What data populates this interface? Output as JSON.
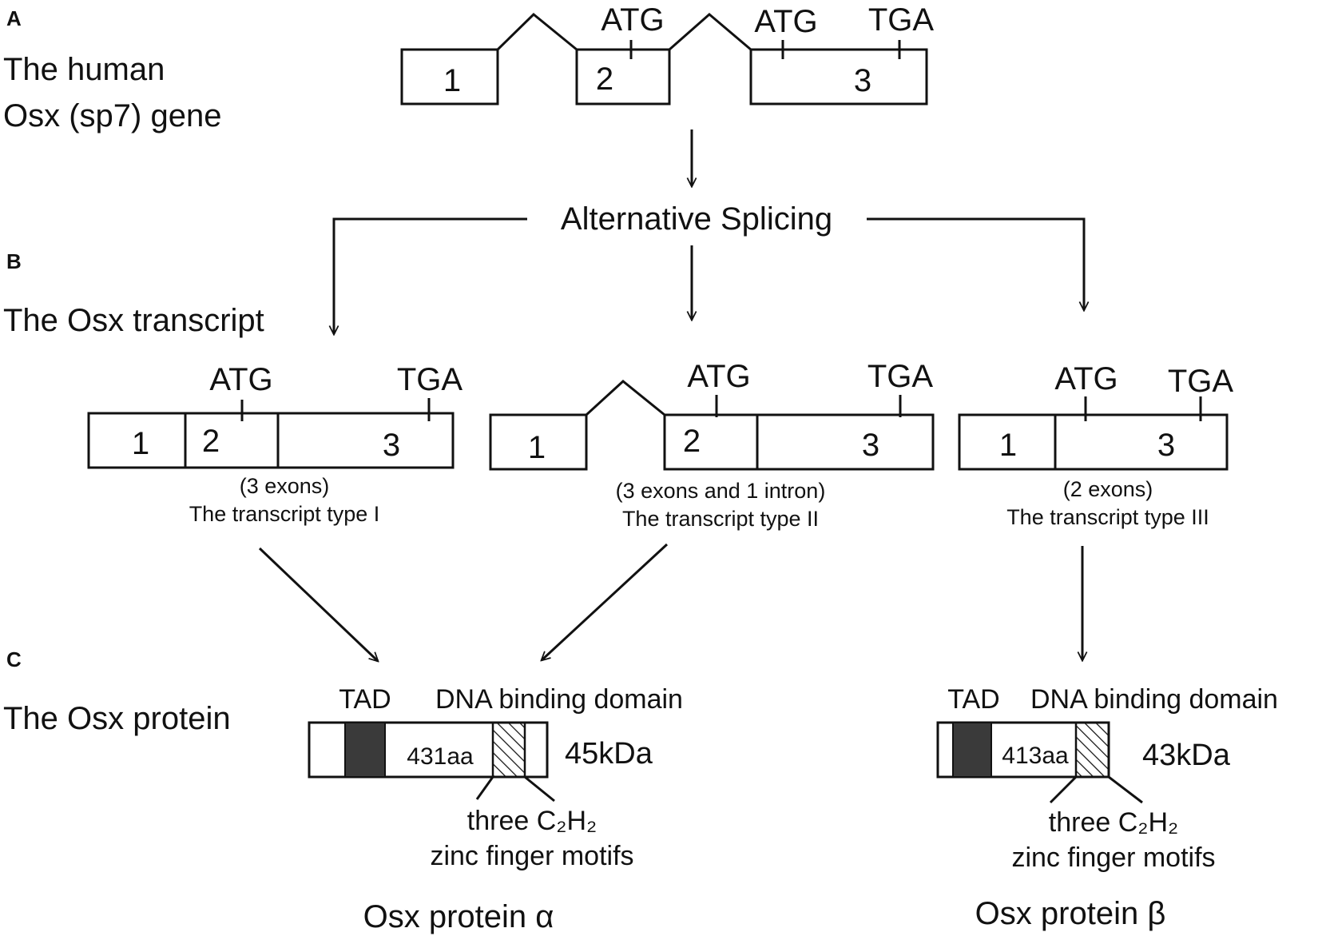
{
  "panels": {
    "a": {
      "letter": "A",
      "title_line1": "The human",
      "title_line2": "Osx (sp7) gene",
      "exons": [
        "1",
        "2",
        "3"
      ],
      "atg_exon2": "ATG",
      "atg_exon3": "ATG",
      "tga": "TGA"
    },
    "splicing_label": "Alternative Splicing",
    "b": {
      "letter": "B",
      "title": "The Osx transcript",
      "type1": {
        "exons": [
          "1",
          "2",
          "3"
        ],
        "atg": "ATG",
        "tga": "TGA",
        "caption_line1": "(3 exons)",
        "caption_line2": "The transcript type I"
      },
      "type2": {
        "exons": [
          "1",
          "2",
          "3"
        ],
        "atg": "ATG",
        "tga": "TGA",
        "caption_line1": "(3 exons and 1 intron)",
        "caption_line2": "The transcript type II"
      },
      "type3": {
        "exons": [
          "1",
          "3"
        ],
        "atg": "ATG",
        "tga": "TGA",
        "caption_line1": "(2 exons)",
        "caption_line2": "The transcript type III"
      }
    },
    "c": {
      "letter": "C",
      "title": "The Osx protein",
      "alpha": {
        "tad": "TAD",
        "dna_binding": "DNA binding domain",
        "length": "431aa",
        "mass": "45kDa",
        "zf_line1": "three C₂H₂",
        "zf_line2": "zinc finger motifs",
        "name": "Osx protein α"
      },
      "beta": {
        "tad": "TAD",
        "dna_binding": "DNA binding domain",
        "length": "413aa",
        "mass": "43kDa",
        "zf_line1": "three C₂H₂",
        "zf_line2": "zinc finger motifs",
        "name": "Osx protein β"
      }
    }
  }
}
